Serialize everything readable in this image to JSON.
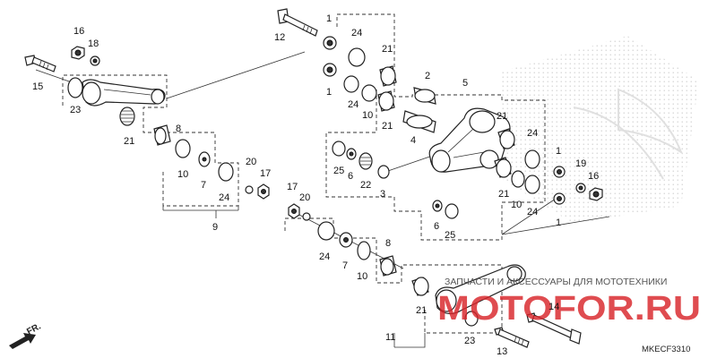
{
  "diagram_code": "MKECF3310",
  "direction_label": "FR.",
  "watermark": {
    "caption": "ЗАПЧАСТИ И АКСЕССУАРЫ ДЛЯ МОТОТЕХНИКИ",
    "brand": "MOTOFOR.RU",
    "brand_color": "#d9252a"
  },
  "callouts": {
    "c1a": "1",
    "c1b": "1",
    "c1c": "1",
    "c1d": "1",
    "c2": "2",
    "c3": "3",
    "c4": "4",
    "c5": "5",
    "c6a": "6",
    "c6b": "6",
    "c7a": "7",
    "c7b": "7",
    "c8a": "8",
    "c8b": "8",
    "c9": "9",
    "c10a": "10",
    "c10b": "10",
    "c10c": "10",
    "c10d": "10",
    "c11": "11",
    "c12": "12",
    "c13": "13",
    "c14": "14",
    "c15": "15",
    "c16a": "16",
    "c16b": "16",
    "c17a": "17",
    "c17b": "17",
    "c18": "18",
    "c19": "19",
    "c20a": "20",
    "c20b": "20",
    "c21a": "21",
    "c21b": "21",
    "c21c": "21",
    "c21d": "21",
    "c21e": "21",
    "c21f": "21",
    "c22": "22",
    "c23a": "23",
    "c23b": "23",
    "c24a": "24",
    "c24b": "24",
    "c24c": "24",
    "c24d": "24",
    "c24e": "24",
    "c24f": "24",
    "c25a": "25",
    "c25b": "25"
  }
}
